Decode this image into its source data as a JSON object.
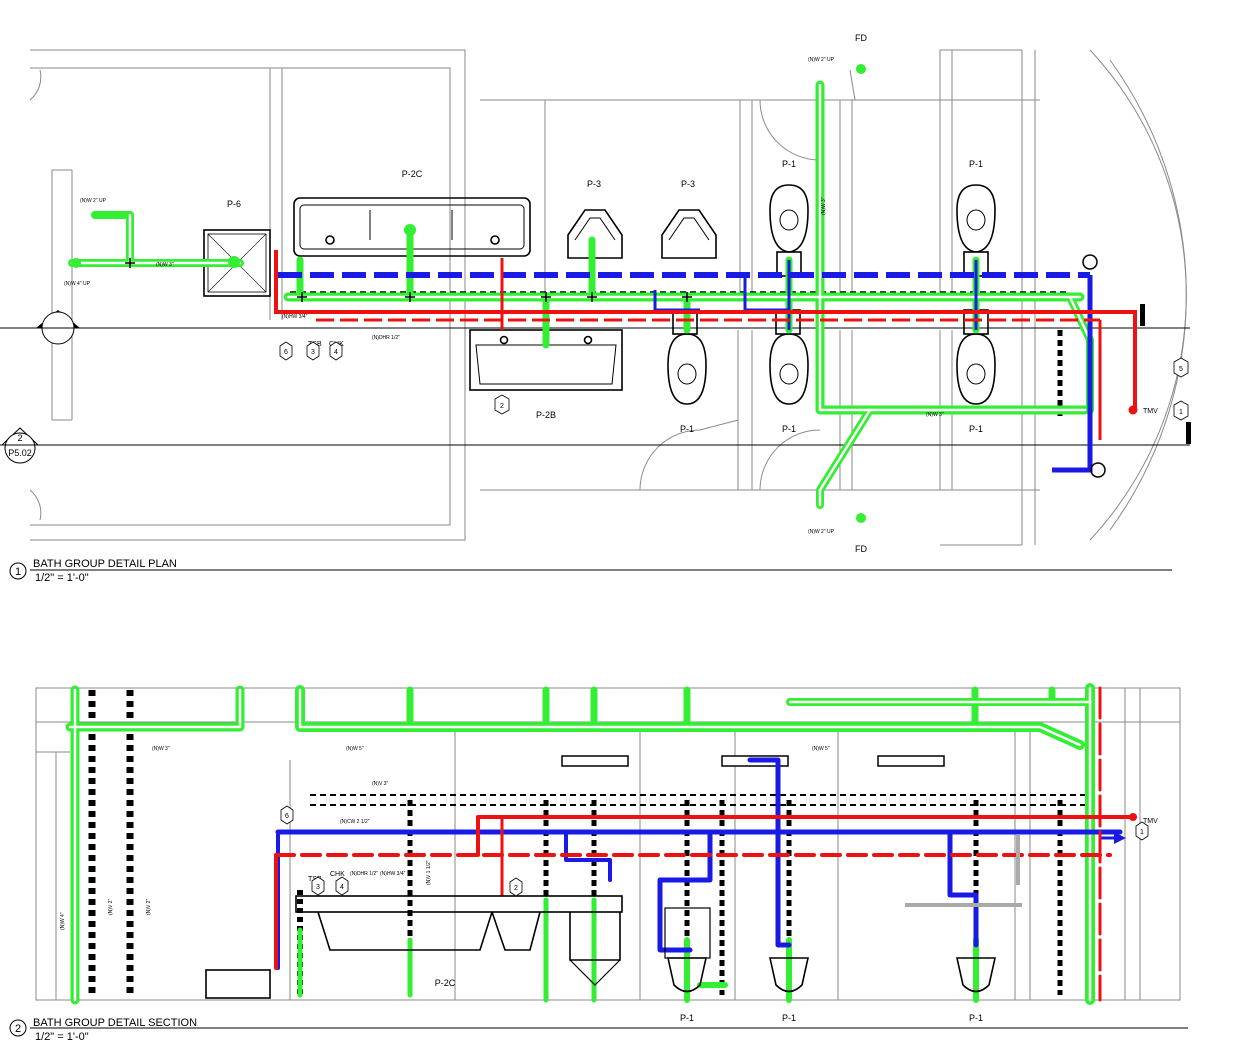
{
  "colors": {
    "waste": "#33ee33",
    "cold_water": "#1a1ae6",
    "hot_water": "#ee1111",
    "existing": "#000000",
    "wall": "#8a8a8a",
    "inactive": "#aaaaaa"
  },
  "plan": {
    "title": "BATH GROUP DETAIL PLAN",
    "scale": "1/2\" = 1'-0\"",
    "number": "1",
    "fixtures": {
      "p6": "P-6",
      "p2c": "P-2C",
      "p3_a": "P-3",
      "p3_b": "P-3",
      "p1_top_a": "P-1",
      "p1_top_b": "P-1",
      "p1_bot_a": "P-1",
      "p1_bot_b": "P-1",
      "p1_bot_c": "P-1",
      "p2b": "P-2B",
      "fd_top": "FD",
      "fd_bot": "FD"
    },
    "notes": {
      "w2up": "(N)W 2\" UP",
      "w4up": "(N)W 4\" UP",
      "w3": "(N)W 3\"",
      "w3b": "(N)W 3\"",
      "hw34": "(N)HW 3/4\"",
      "dhr": "(N)DHR 1/2\"",
      "w2up_fd": "(N)W 2\" UP",
      "w2up_fd2": "(N)W 2\" UP",
      "w3v": "(N)W 3\""
    },
    "tags": {
      "tsb": "TSB",
      "chk": "CHK",
      "tmv": "TMV",
      "n6": "6",
      "n3": "3",
      "n4": "4",
      "n2": "2",
      "n5": "5",
      "n1": "1"
    },
    "section_marker": {
      "number": "2",
      "sheet": "P5.02"
    }
  },
  "section": {
    "title": "BATH GROUP DETAIL SECTION",
    "scale": "1/2\" = 1'-0\"",
    "number": "2",
    "fixtures": {
      "p2c": "P-2C",
      "p1_a": "P-1",
      "p1_b": "P-1",
      "p1_c": "P-1"
    },
    "notes": {
      "w3": "(N)W 3\"",
      "w5": "(N)W 5\"",
      "w5b": "(N)W 5\"",
      "v3": "(N)V 3\"",
      "cw": "(N)CW 2 1/2\"",
      "dhr": "(N)DHR 1/2\"",
      "hw": "(N)HW 3/4\"",
      "v112": "(N)V 1 1/2\"",
      "w4": "(N)W 4\"",
      "v2": "(N)V 2\"",
      "v2b": "(N)V 2\""
    },
    "tags": {
      "tsb": "TSB",
      "chk": "CHK",
      "tmv": "TMV",
      "n6": "6",
      "n3": "3",
      "n4": "4",
      "n2": "2",
      "n1": "1"
    }
  }
}
